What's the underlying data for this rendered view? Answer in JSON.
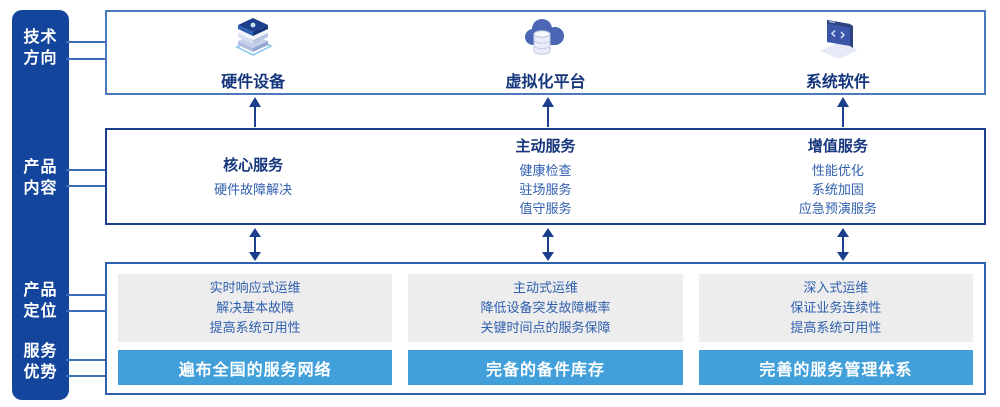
{
  "sidebar": {
    "groups": [
      {
        "line1": "技术",
        "line2": "方向"
      },
      {
        "line1": "产品",
        "line2": "内容"
      },
      {
        "line1": "产品",
        "line2": "定位"
      },
      {
        "line1": "服务",
        "line2": "优势"
      }
    ]
  },
  "tech_row": {
    "items": [
      {
        "icon": "server-stack-icon",
        "label": "硬件设备"
      },
      {
        "icon": "cloud-database-icon",
        "label": "虚拟化平台"
      },
      {
        "icon": "code-window-icon",
        "label": "系统软件"
      }
    ]
  },
  "service_row": {
    "columns": [
      {
        "title": "核心服务",
        "items": [
          "硬件故障解决"
        ]
      },
      {
        "title": "主动服务",
        "items": [
          "健康检查",
          "驻场服务",
          "值守服务"
        ]
      },
      {
        "title": "增值服务",
        "items": [
          "性能优化",
          "系统加固",
          "应急预演服务"
        ]
      }
    ]
  },
  "positioning_row": {
    "columns": [
      {
        "lines": [
          "实时响应式运维",
          "解决基本故障",
          "提高系统可用性"
        ],
        "banner": "遍布全国的服务网络"
      },
      {
        "lines": [
          "主动式运维",
          "降低设备突发故障概率",
          "关键时间点的服务保障"
        ],
        "banner": "完备的备件库存"
      },
      {
        "lines": [
          "深入式运维",
          "保证业务连续性",
          "提高系统可用性"
        ],
        "banner": "完善的服务管理体系"
      }
    ]
  },
  "colors": {
    "sidebar_bg": "#14459C",
    "navy_text": "#16377D",
    "body_text": "#2F5FAE",
    "banner_bg": "#41A0DA",
    "gray_box_bg": "#EDEDED",
    "arrow": "#1B3F8C",
    "tech_box_border": "#4A79BC",
    "service_box_border": "#1B3F8C",
    "positioning_box_border": "#2E62B0"
  }
}
